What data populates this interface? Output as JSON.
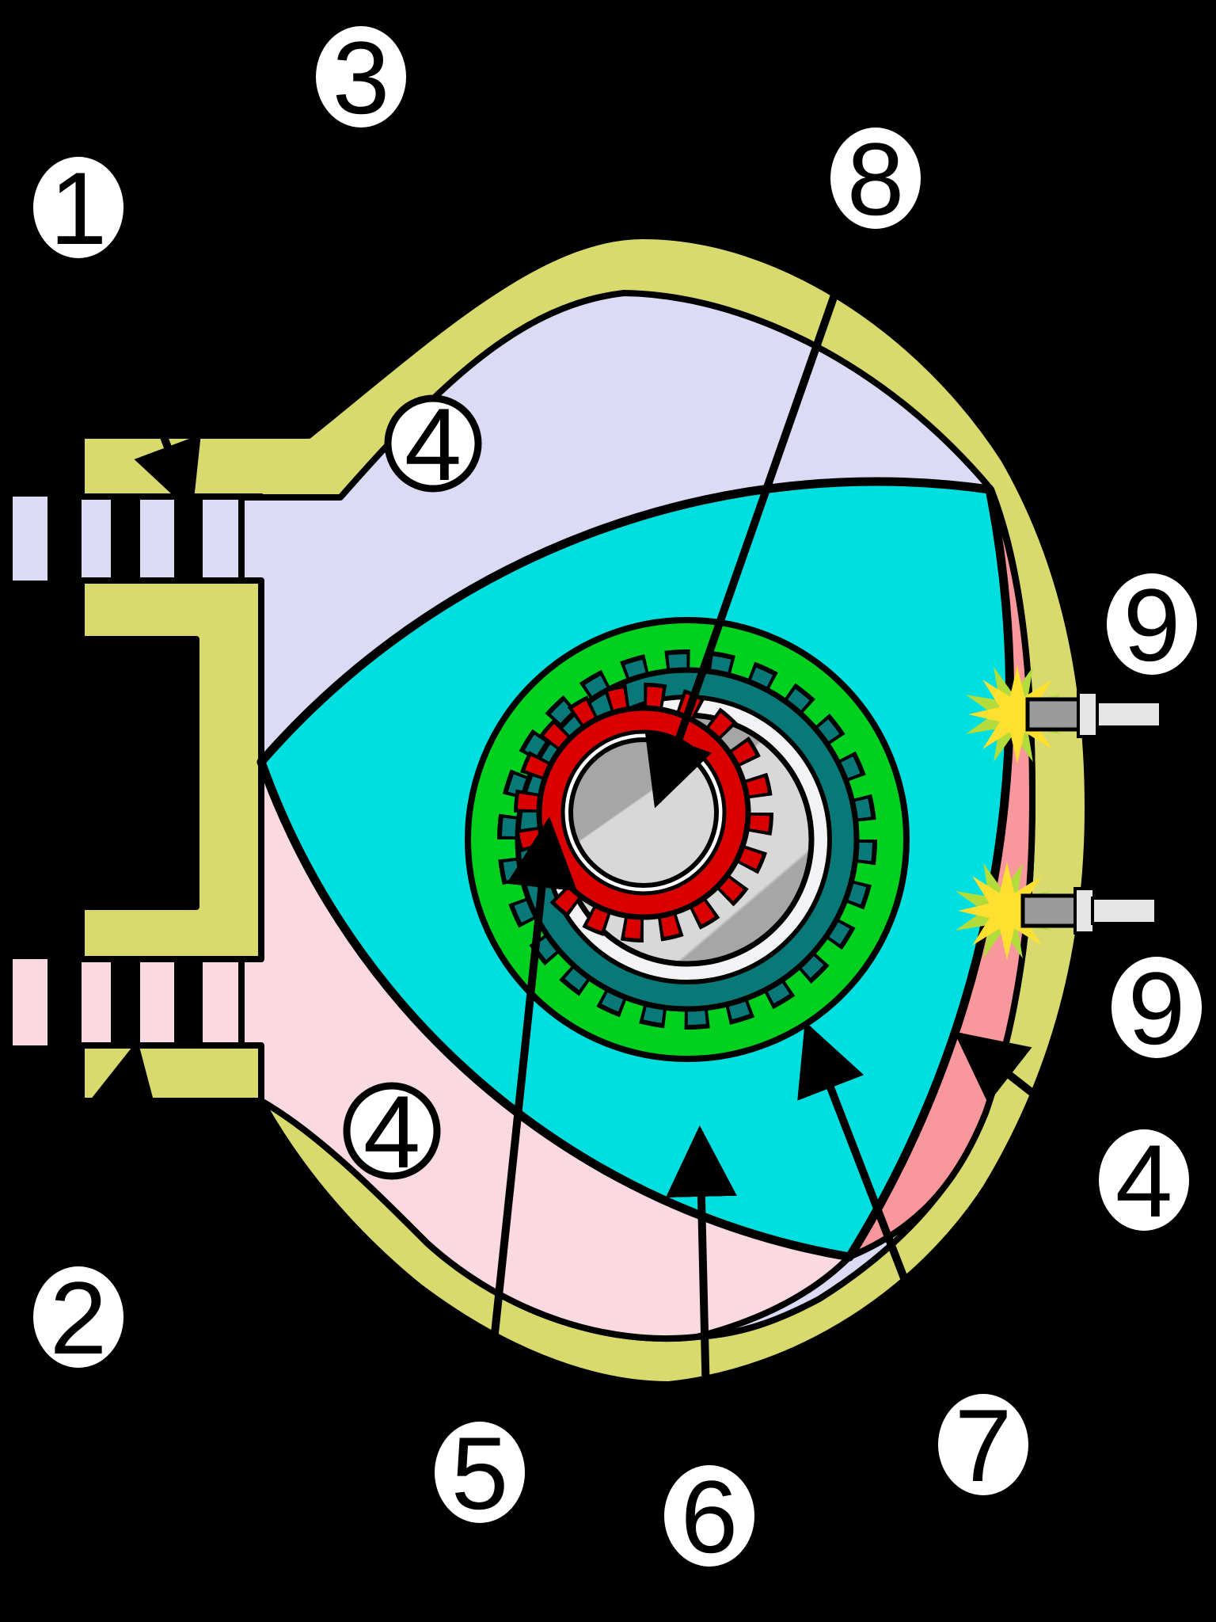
{
  "diagram": {
    "kind": "wankel-rotary-engine-numbered-parts",
    "background": "#000000"
  },
  "labels": {
    "c1": "1",
    "c2": "2",
    "c3": "3",
    "c4_top": "4",
    "c4_left": "4",
    "c4_right": "4",
    "c5": "5",
    "c6": "6",
    "c7": "7",
    "c8": "8",
    "c9_top": "9",
    "c9_bottom": "9"
  },
  "colors": {
    "background": "#000000",
    "housing": "#d8da6e",
    "chamberIntake": "#dbdbf6",
    "chamberExhaust": "#fbd9e0",
    "chamberCompression": "#f9989c",
    "rotor": "#00dfe0",
    "boreDisc": "#00d01e",
    "ringGear": "#087878",
    "pinion": "#db0000",
    "bearingRing": "#f3f3f5",
    "shaftCollar": "#ffffff",
    "metal": "#a6a6a6",
    "metalLight": "#d8d8d8",
    "plugDark": "#9b9b9b",
    "plugLight": "#e5e5e5",
    "sparkYellow": "#ffdf30",
    "sparkLime": "#b2dc3c",
    "outline": "#000000",
    "calloutFill": "#ffffff"
  }
}
